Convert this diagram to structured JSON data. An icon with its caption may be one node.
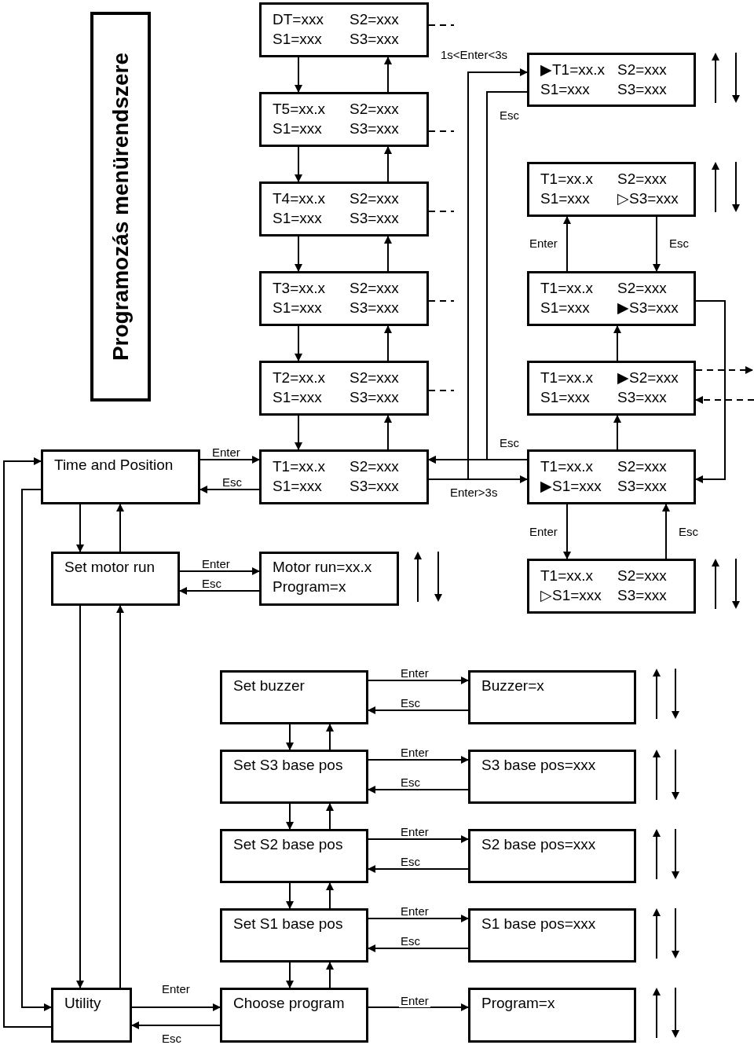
{
  "diagram": {
    "title": "Programozás menürendszere",
    "nodes": [
      {
        "text": [
          "DT=xxx",
          "S2=xxx",
          "S1=xxx",
          "S3=xxx"
        ]
      },
      {
        "text": [
          "T5=xx.x",
          "S2=xxx",
          "S1=xxx",
          "S3=xxx"
        ]
      },
      {
        "text": [
          "T4=xx.x",
          "S2=xxx",
          "S1=xxx",
          "S3=xxx"
        ]
      },
      {
        "text": [
          "T3=xx.x",
          "S2=xxx",
          "S1=xxx",
          "S3=xxx"
        ]
      },
      {
        "text": [
          "T2=xx.x",
          "S2=xxx",
          "S1=xxx",
          "S3=xxx"
        ]
      },
      {
        "text": [
          "T1=xx.x",
          "S2=xxx",
          "S1=xxx",
          "S3=xxx"
        ]
      },
      {
        "text": [
          "▶T1=xx.x",
          "S2=xxx",
          "S1=xxx",
          "S3=xxx"
        ]
      },
      {
        "text": [
          "T1=xx.x",
          "S2=xxx",
          "S1=xxx",
          "▷S3=xxx"
        ]
      },
      {
        "text": [
          "T1=xx.x",
          "S2=xxx",
          "S1=xxx",
          "▶S3=xxx"
        ]
      },
      {
        "text": [
          "T1=xx.x",
          "▶S2=xxx",
          "S1=xxx",
          "S3=xxx"
        ]
      },
      {
        "text": [
          "T1=xx.x",
          "S2=xxx",
          "▶S1=xxx",
          "S3=xxx"
        ]
      },
      {
        "text": [
          "T1=xx.x",
          "S2=xxx",
          "▷S1=xxx",
          "S3=xxx"
        ]
      },
      {
        "text": [
          "Time and Position"
        ]
      },
      {
        "text": [
          "Set motor run"
        ]
      },
      {
        "text": [
          "Motor run=xx.x",
          "Program=x"
        ]
      },
      {
        "text": [
          "Set buzzer"
        ]
      },
      {
        "text": [
          "Buzzer=x"
        ]
      },
      {
        "text": [
          "Set S3 base pos"
        ]
      },
      {
        "text": [
          "S3 base pos=xxx"
        ]
      },
      {
        "text": [
          "Set S2 base pos"
        ]
      },
      {
        "text": [
          "S2 base pos=xxx"
        ]
      },
      {
        "text": [
          "Set S1 base pos"
        ]
      },
      {
        "text": [
          "S1 base pos=xxx"
        ]
      },
      {
        "text": [
          "Utility"
        ]
      },
      {
        "text": [
          "Choose program"
        ]
      },
      {
        "text": [
          "Program=x"
        ]
      }
    ],
    "edges": [
      {
        "from": 0,
        "to": 1,
        "arrow": "to"
      },
      {
        "from": 1,
        "to": 0,
        "arrow": "to"
      },
      {
        "from": 1,
        "to": 2,
        "arrow": "to"
      },
      {
        "from": 2,
        "to": 1,
        "arrow": "to"
      },
      {
        "from": 2,
        "to": 3,
        "arrow": "to"
      },
      {
        "from": 3,
        "to": 2,
        "arrow": "to"
      },
      {
        "from": 3,
        "to": 4,
        "arrow": "to"
      },
      {
        "from": 4,
        "to": 3,
        "arrow": "to"
      },
      {
        "from": 4,
        "to": 5,
        "arrow": "to"
      },
      {
        "from": 5,
        "to": 4,
        "arrow": "to"
      },
      {
        "from": 0,
        "to": null,
        "arrow": "none",
        "style": "dashed"
      },
      {
        "from": 1,
        "to": null,
        "arrow": "none",
        "style": "dashed"
      },
      {
        "from": 2,
        "to": null,
        "arrow": "none",
        "style": "dashed"
      },
      {
        "from": 3,
        "to": null,
        "arrow": "none",
        "style": "dashed"
      },
      {
        "from": 4,
        "to": null,
        "arrow": "none",
        "style": "dashed"
      },
      {
        "from": 12,
        "to": 5,
        "arrow": "to",
        "label": "Enter"
      },
      {
        "from": 5,
        "to": 12,
        "arrow": "to",
        "label": "Esc"
      },
      {
        "from": 5,
        "to": 10,
        "arrow": "to",
        "label": "Enter>3s"
      },
      {
        "from": 5,
        "to": 6,
        "arrow": "to",
        "label": "1s<Enter<3s"
      },
      {
        "from": 6,
        "to": 5,
        "arrow": "to",
        "label": "Esc"
      },
      {
        "from": 10,
        "to": 5,
        "arrow": "to",
        "label": "Esc"
      },
      {
        "from": 10,
        "to": 9,
        "arrow": "to"
      },
      {
        "from": 9,
        "to": 8,
        "arrow": "to"
      },
      {
        "from": 8,
        "to": 10,
        "arrow": "to"
      },
      {
        "from": 8,
        "to": 7,
        "arrow": "to",
        "label": "Enter"
      },
      {
        "from": 7,
        "to": 8,
        "arrow": "to",
        "label": "Esc"
      },
      {
        "from": 10,
        "to": 11,
        "arrow": "to",
        "label": "Enter"
      },
      {
        "from": 11,
        "to": 10,
        "arrow": "to",
        "label": "Esc"
      },
      {
        "from": 9,
        "to": null,
        "arrow": "to",
        "style": "dashed"
      },
      {
        "from": null,
        "to": 9,
        "arrow": "to",
        "style": "dashed"
      },
      {
        "from": 12,
        "to": 13,
        "arrow": "to"
      },
      {
        "from": 13,
        "to": 12,
        "arrow": "to"
      },
      {
        "from": 13,
        "to": 14,
        "arrow": "to",
        "label": "Enter"
      },
      {
        "from": 14,
        "to": 13,
        "arrow": "to",
        "label": "Esc"
      },
      {
        "from": 13,
        "to": 23,
        "arrow": "to"
      },
      {
        "from": 23,
        "to": 13,
        "arrow": "to"
      },
      {
        "from": 23,
        "to": 12,
        "arrow": "to"
      },
      {
        "from": 12,
        "to": 23,
        "arrow": "to"
      },
      {
        "from": 23,
        "to": 24,
        "arrow": "to",
        "label": "Enter"
      },
      {
        "from": 24,
        "to": 23,
        "arrow": "to",
        "label": "Esc"
      },
      {
        "from": 15,
        "to": 17,
        "arrow": "to"
      },
      {
        "from": 17,
        "to": 15,
        "arrow": "to"
      },
      {
        "from": 17,
        "to": 19,
        "arrow": "to"
      },
      {
        "from": 19,
        "to": 17,
        "arrow": "to"
      },
      {
        "from": 19,
        "to": 21,
        "arrow": "to"
      },
      {
        "from": 21,
        "to": 19,
        "arrow": "to"
      },
      {
        "from": 21,
        "to": 24,
        "arrow": "to"
      },
      {
        "from": 24,
        "to": 21,
        "arrow": "to"
      },
      {
        "from": 15,
        "to": 16,
        "arrow": "to",
        "label": "Enter"
      },
      {
        "from": 16,
        "to": 15,
        "arrow": "to",
        "label": "Esc"
      },
      {
        "from": 17,
        "to": 18,
        "arrow": "to",
        "label": "Enter"
      },
      {
        "from": 18,
        "to": 17,
        "arrow": "to",
        "label": "Esc"
      },
      {
        "from": 19,
        "to": 20,
        "arrow": "to",
        "label": "Enter"
      },
      {
        "from": 20,
        "to": 19,
        "arrow": "to",
        "label": "Esc"
      },
      {
        "from": 21,
        "to": 22,
        "arrow": "to",
        "label": "Enter"
      },
      {
        "from": 22,
        "to": 21,
        "arrow": "to",
        "label": "Esc"
      },
      {
        "from": 24,
        "to": 25,
        "arrow": "to",
        "label": "Enter"
      }
    ]
  }
}
